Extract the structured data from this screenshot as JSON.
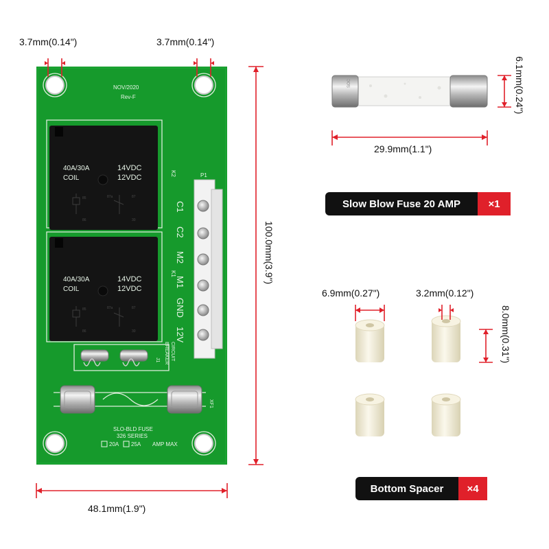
{
  "board": {
    "date": "NOV/2020",
    "rev": "Rev-F",
    "p1": "P1",
    "k2": "K2",
    "k1": "K1",
    "j1": "J1",
    "xf1": "XF1",
    "circuit_breaker_1": "CIRCUIT",
    "circuit_breaker_2": "BREAKER",
    "fuse_label_1": "SLO-BLD FUSE",
    "fuse_label_2": "326 SERIES",
    "fuse_opt_20": "20A",
    "fuse_opt_25": "25A",
    "amp_max": "AMP MAX",
    "pins": [
      "C1",
      "C2",
      "M2",
      "M1",
      "GND",
      "12V"
    ]
  },
  "relays": [
    {
      "rating": "40A/30A",
      "coil": "COIL",
      "v1": "14VDC",
      "v2": "12VDC",
      "pins": [
        "85",
        "87a",
        "87",
        "86",
        "30"
      ]
    },
    {
      "rating": "40A/30A",
      "coil": "COIL",
      "v1": "14VDC",
      "v2": "12VDC",
      "pins": [
        "85",
        "87a",
        "87",
        "86",
        "30"
      ]
    }
  ],
  "fuse_cap_text": "SOC",
  "dimensions": {
    "hole_left": "3.7mm(0.14\")",
    "hole_right": "3.7mm(0.14\")",
    "board_height": "100.0mm(3.9\")",
    "board_width": "48.1mm(1.9\")",
    "fuse_diameter": "6.1mm(0.24\")",
    "fuse_length": "29.9mm(1.1\")",
    "spacer_outer": "6.9mm(0.27\")",
    "spacer_hole": "3.2mm(0.12\")",
    "spacer_height": "8.0mm(0.31\")"
  },
  "badges": {
    "fuse": {
      "label": "Slow Blow Fuse 20 AMP",
      "count": "×1"
    },
    "spacer": {
      "label": "Bottom Spacer",
      "count": "×4"
    }
  },
  "colors": {
    "pcb": "#169a2c",
    "relay": "#141414",
    "accent_red": "#e0202a",
    "spacer": "#f2edd6"
  }
}
